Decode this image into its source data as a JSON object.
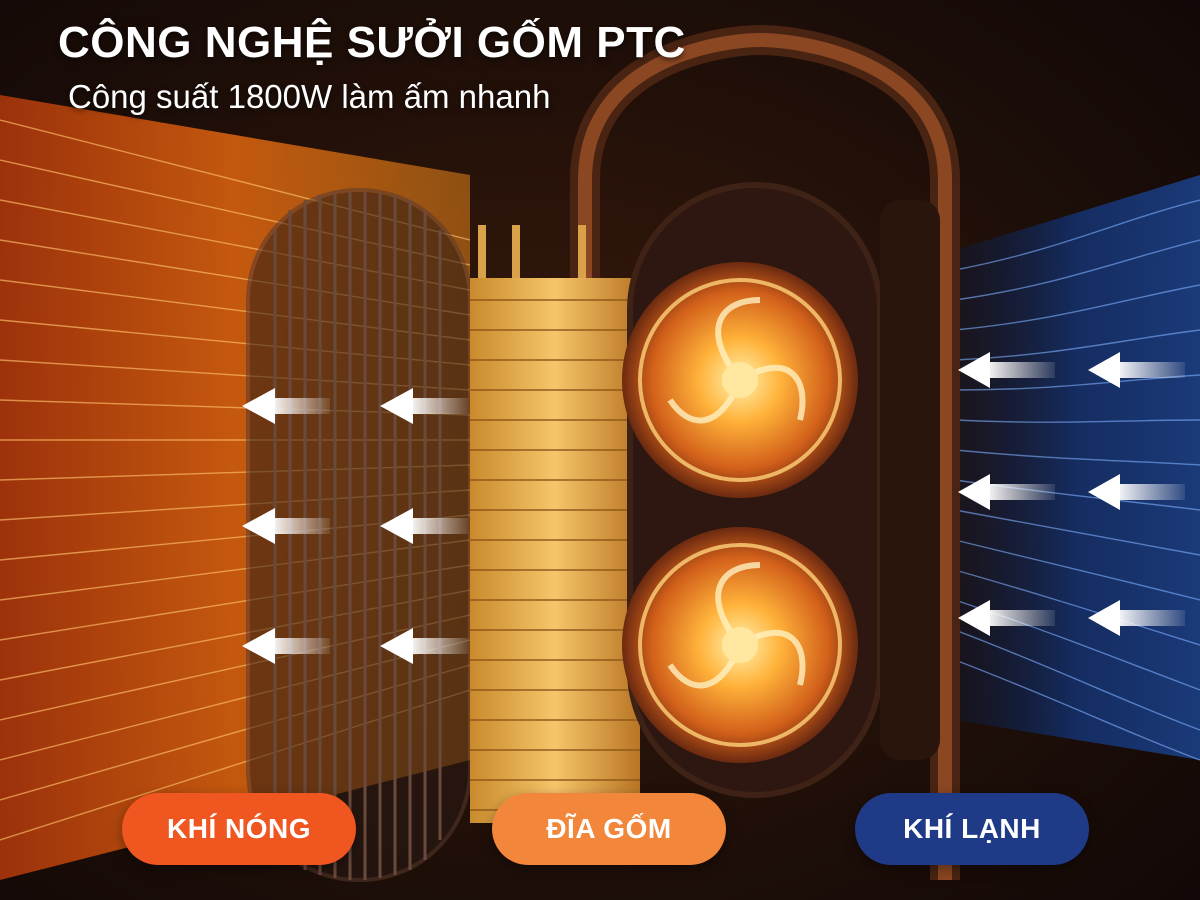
{
  "heading": {
    "title": "CÔNG NGHỆ SƯỞI GỐM PTC",
    "subtitle": "Công suất 1800W làm ấm nhanh"
  },
  "labels": {
    "hot_air": "KHÍ NÓNG",
    "ceramic_disc": "ĐĨA GỐM",
    "cold_air": "KHÍ LẠNH"
  },
  "colors": {
    "hot_air_badge": "#f0561f",
    "ceramic_badge": "#f2873c",
    "cold_air_badge": "#1f3a87",
    "hot_flow": "#ff8a1e",
    "cold_flow": "#3c7bd9",
    "heater_body": "#6b3418"
  }
}
